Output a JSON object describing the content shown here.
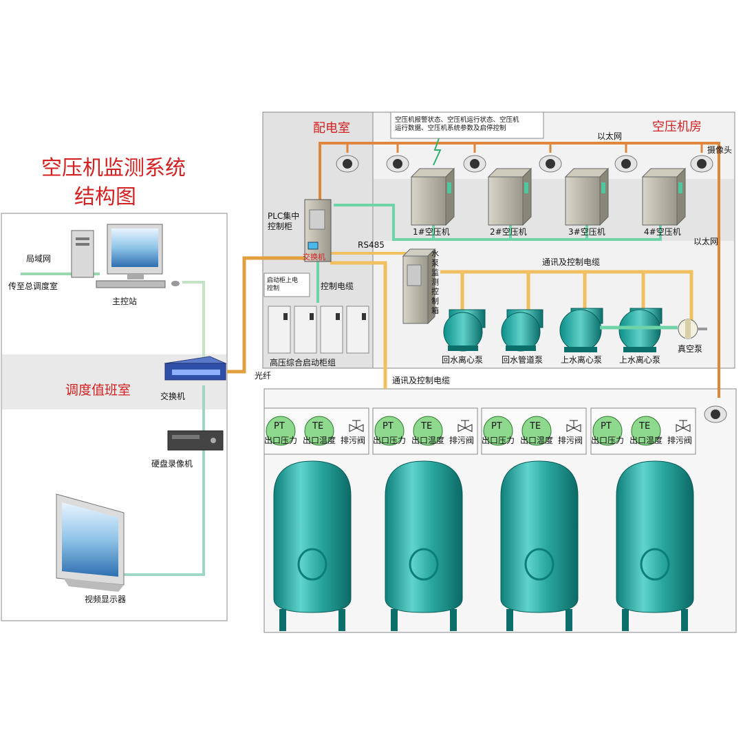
{
  "title": {
    "line1": "空压机监测系统",
    "line2": "结构图"
  },
  "areas": {
    "dispatch": "调度值班室",
    "power_room": "配电室",
    "compressor_room": "空压机房"
  },
  "left": {
    "lan": "局域网",
    "to_dispatch": "传至总调度室",
    "main_station": "主控站",
    "switch": "交换机",
    "dvr": "硬盘录像机",
    "monitor": "视频显示器"
  },
  "labels": {
    "fiber": "光纤",
    "plc": "PLC集中\n控制柜",
    "plc_switch": "交换机",
    "rs485": "RS485",
    "starter_note": "启动柜上电\n控制",
    "control_cable": "控制电缆",
    "hv_starter": "高压综合启动柜组",
    "ethernet_top": "以太网",
    "ethernet_right": "以太网",
    "camera": "摄像头",
    "status_note": "空压机报警状态、空压机运行状态、空压机\n运行数据、空压机系统参数及启停控制",
    "comm_cable_top": "通讯及控制电缆",
    "comm_cable_bottom": "通讯及控制电缆",
    "pump_box": "水\n泵\n监\n测\n控\n制\n箱"
  },
  "compressors": [
    "1#空压机",
    "2#空压机",
    "3#空压机",
    "4#空压机"
  ],
  "pumps": [
    "回水离心泵",
    "回水管道泵",
    "上水离心泵",
    "上水离心泵",
    "真空泵"
  ],
  "sensors": {
    "pt": "PT",
    "te": "TE",
    "pt_label": "出口压力",
    "te_label": "出口温度",
    "valve_label": "排污阀"
  },
  "colors": {
    "green_line": "#6fd3a8",
    "orange_line": "#e0863a",
    "yellow_line": "#f0c060",
    "red_text": "#d42020",
    "tank": "#2aa8a0"
  }
}
